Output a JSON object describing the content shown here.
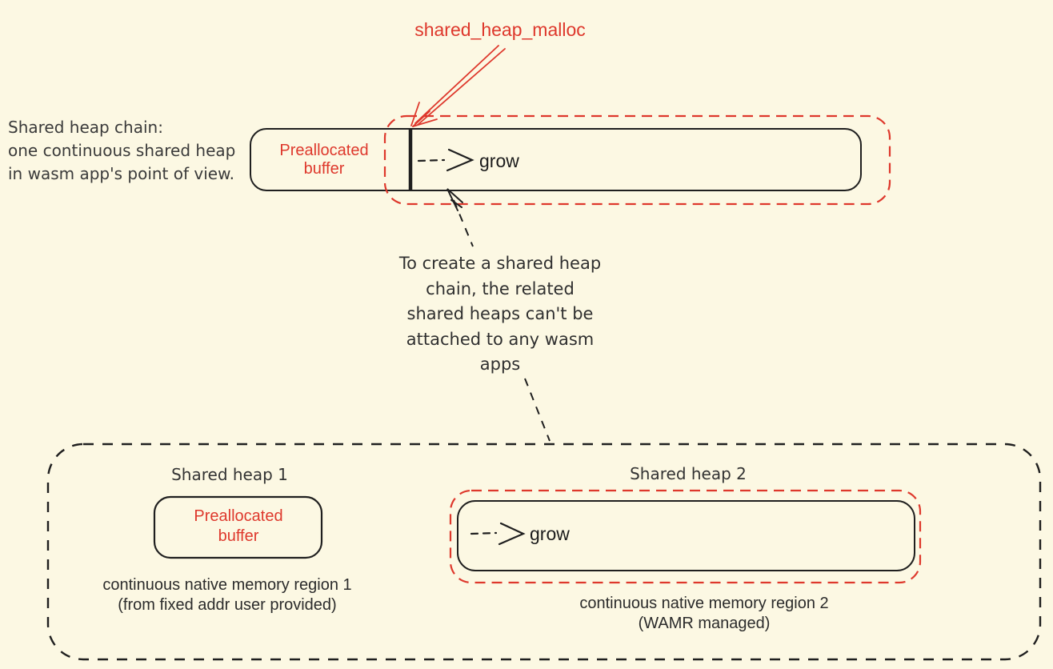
{
  "colors": {
    "background": "#FCF8E3",
    "accent_red": "#DE382C",
    "ink": "#1F1F1F",
    "text_soft": "#3A3A3A"
  },
  "top_diagram": {
    "malloc_label": "shared_heap_malloc",
    "chain_caption": {
      "lines": [
        "Shared heap chain:",
        "one continuous shared heap",
        "in wasm app's point of view."
      ]
    },
    "preallocated_buffer": {
      "lines": [
        "Preallocated",
        "buffer"
      ]
    },
    "grow_label": "grow"
  },
  "note": {
    "lines": [
      "To create a shared heap",
      "chain, the related",
      "shared heaps can't be",
      "attached to any wasm",
      "apps"
    ]
  },
  "bottom_diagram": {
    "heap1": {
      "title": "Shared heap 1",
      "preallocated_buffer": {
        "lines": [
          "Preallocated",
          "buffer"
        ]
      },
      "caption": {
        "lines": [
          "continuous native memory region 1",
          "(from fixed addr user provided)"
        ]
      }
    },
    "heap2": {
      "title": "Shared heap 2",
      "grow_label": "grow",
      "caption": {
        "lines": [
          "continuous native memory region 2",
          "(WAMR managed)"
        ]
      }
    }
  }
}
